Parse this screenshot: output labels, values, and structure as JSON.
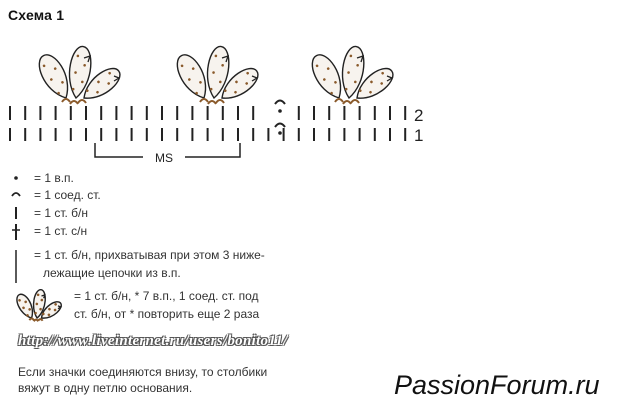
{
  "title": "Схема 1",
  "row_labels": [
    "2",
    "1"
  ],
  "ms_label": "MS",
  "legend": [
    {
      "icon": "chain-dot-icon",
      "text": "= 1 в.п."
    },
    {
      "icon": "slip-stitch-arc-icon",
      "text": "= 1 соед. ст."
    },
    {
      "icon": "single-crochet-bar-icon",
      "text": "= 1 ст. б/н"
    },
    {
      "icon": "double-crochet-cross-icon",
      "text": "= 1 ст. с/н"
    },
    {
      "icon": "long-stitch-icon",
      "lines": [
        "= 1 ст. б/н, прихватывая при этом 3 ниже-",
        "лежащие цепочки из в.п."
      ]
    },
    {
      "icon": "petal-motif-icon",
      "lines": [
        "= 1 ст. б/н, * 7 в.п., 1 соед. ст. под",
        "ст. б/н, от * повторить еще 2 раза"
      ]
    }
  ],
  "watermark_url": "http://www.liveinternet.ru/users/bonito11/",
  "note_lines": [
    "Если значки соединяются внизу, то столбики",
    "вяжут в одну петлю основания."
  ],
  "brand_watermark": "PassionForum.ru",
  "colors": {
    "dark": "#222222",
    "brown": "#8a5a2b",
    "fill": "#f7f3ee"
  }
}
